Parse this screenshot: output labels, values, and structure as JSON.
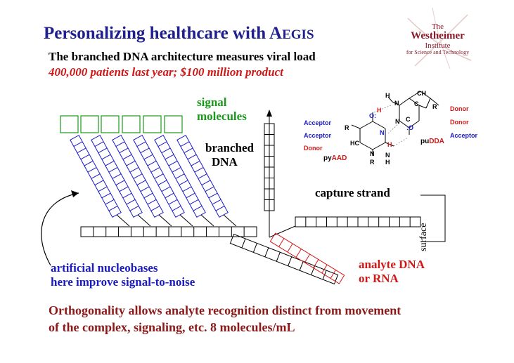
{
  "title": {
    "main": "Personalizing healthcare with ",
    "brand_first": "A",
    "brand_rest": "EGIS"
  },
  "subtitle": "The branched DNA architecture measures viral load",
  "tagline": "400,000 patients last year; $100 million product",
  "logo": {
    "line1": "The",
    "line2": "Westheimer",
    "line3": "Institute",
    "line4": "for Science and Technology"
  },
  "labels": {
    "signal_1": "signal",
    "signal_2": "molecules",
    "branched_1": "branched",
    "branched_2": "DNA",
    "capture": "capture strand",
    "analyte_1": "analyte DNA",
    "analyte_2": "or RNA",
    "artificial_1": "artificial nucleobases",
    "artificial_2": "here improve signal-to-noise",
    "surface": "surface"
  },
  "chemistry": {
    "left_roles": [
      "Acceptor",
      "Acceptor",
      "Donor"
    ],
    "right_roles": [
      "Donor",
      "Donor",
      "Acceptor"
    ],
    "left_name_prefix": "py",
    "left_name_code": "AAD",
    "right_name_prefix": "pu",
    "right_name_code": "DDA",
    "atoms": {
      "H": "H",
      "N": "N",
      "CH": "CH",
      "R": "R",
      "C": "C",
      "O": "O:",
      "O2": ":O",
      "N2": "N:",
      "HC": "HC"
    }
  },
  "footer": {
    "line1": "Orthogonality allows analyte recognition distinct from movement",
    "line2": "of the complex, signaling, etc. 8 molecules/mL"
  },
  "colors": {
    "title": "#1f1f8f",
    "green": "#1a9a1a",
    "blue": "#1a1ac8",
    "red": "#d01818",
    "maroon": "#8b1a1a"
  }
}
